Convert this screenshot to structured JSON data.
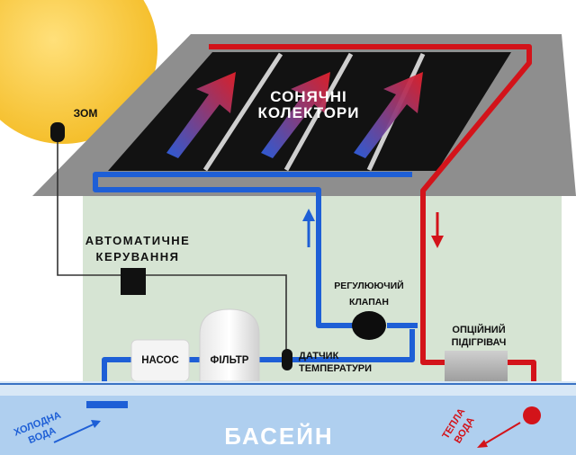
{
  "labels": {
    "collectors_line1": "СОНЯЧНІ",
    "collectors_line2": "КОЛЕКТОРИ",
    "sun_sensor": "ЗОМ",
    "automatic_line1": "АВТОМАТИЧНЕ",
    "automatic_line2": "КЕРУВАННЯ",
    "valve_line1": "РЕГУЛЮЮЧИЙ",
    "valve_line2": "КЛАПАН",
    "pump": "НАСОС",
    "filter": "ФІЛЬТР",
    "temp_line1": "ДАТЧИК",
    "temp_line2": "ТЕМПЕРАТУРИ",
    "heater_line1": "ОПЦІЙНИЙ",
    "heater_line2": "ПІДІГРІВАЧ",
    "pool": "БАСЕЙН",
    "cold_line1": "ХОЛОДНА",
    "cold_line2": "ВОДА",
    "warm_line1": "ТЕПЛА",
    "warm_line2": "ВОДА"
  },
  "colors": {
    "sun": "#F7C32E",
    "roof": "#8E8E8E",
    "wall": "#D6E4D3",
    "panel": "#121212",
    "cold_pipe": "#1E5FD6",
    "hot_pipe": "#D3131A",
    "pool_surface": "#D8E8F6",
    "pool_water": "#AFCFEF"
  }
}
